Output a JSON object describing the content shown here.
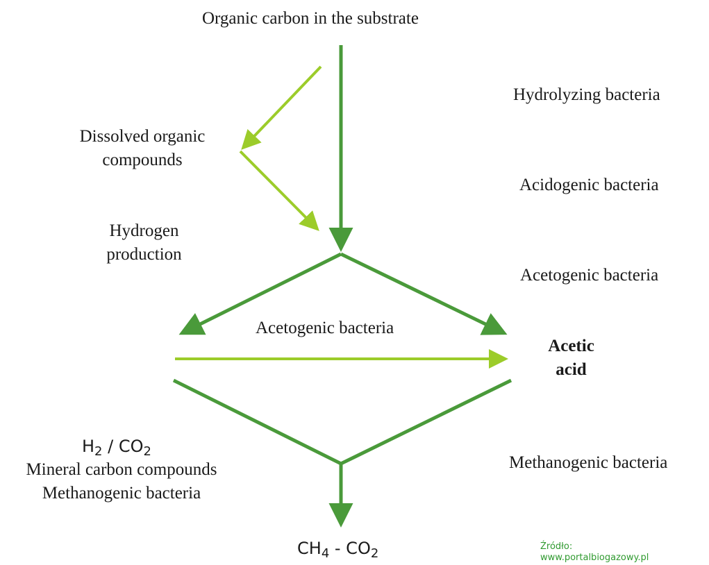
{
  "colors": {
    "dark_green": "#4a9a3a",
    "light_green": "#9ccc2a",
    "text": "#1a1a1a",
    "source_green": "#2f9a2f"
  },
  "labels": {
    "top": "Organic carbon in the substrate",
    "hydrolyzing": "Hydrolyzing bacteria",
    "dissolved_line1": "Dissolved organic",
    "dissolved_line2": "compounds",
    "acidogenic": "Acidogenic bacteria",
    "hydrogen_line1": "Hydrogen",
    "hydrogen_line2": "production",
    "acetogenic_right": "Acetogenic bacteria",
    "acetogenic_center": "Acetogenic bacteria",
    "acetic_line1": "Acetic",
    "acetic_line2": "acid",
    "h2_base": "H",
    "h2_sub": "2",
    "h2_sep": " / CO",
    "co2_sub": "2",
    "mineral": "Mineral carbon compounds",
    "methanogenic_left": "Methanogenic bacteria",
    "methanogenic_right": "Methanogenic bacteria",
    "ch4_base": "CH",
    "ch4_sub": "4",
    "ch4_sep": " - CO",
    "ch4_co2_sub": "2",
    "source_line1": "Źródło:",
    "source_line2": "www.portalbiogazowy.pl"
  }
}
